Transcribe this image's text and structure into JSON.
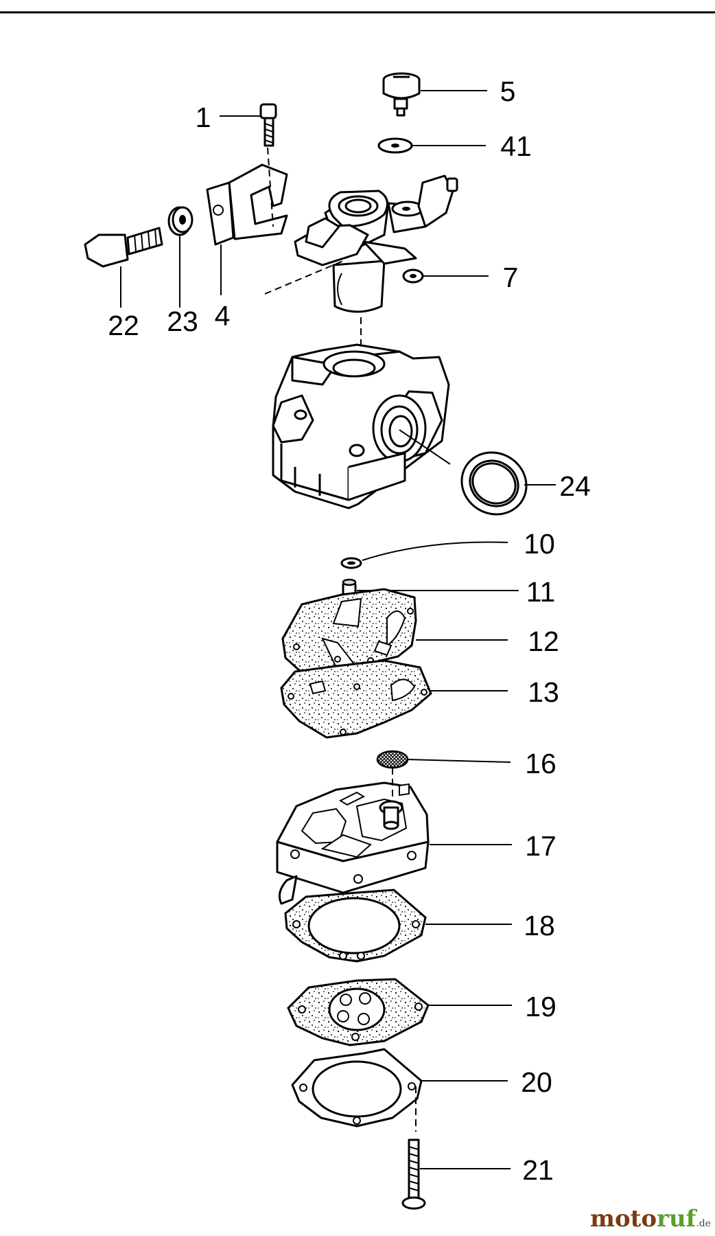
{
  "diagram": {
    "callouts": [
      "1",
      "5",
      "41",
      "7",
      "22",
      "23",
      "4",
      "24",
      "10",
      "11",
      "12",
      "13",
      "16",
      "17",
      "18",
      "19",
      "20",
      "21"
    ]
  },
  "watermark": {
    "part1": "moto",
    "part2": "ruf",
    "part3": ".de",
    "colors": {
      "brown": "#7a3b12",
      "green": "#5a9e2c"
    }
  }
}
